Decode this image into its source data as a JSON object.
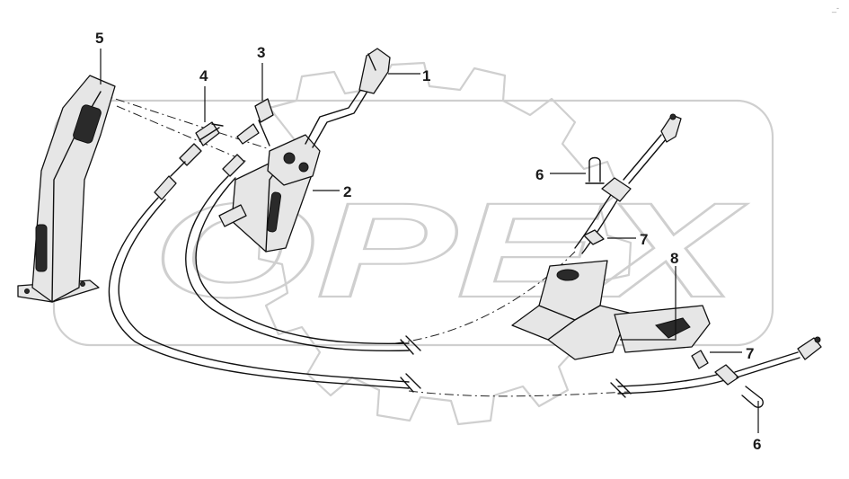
{
  "watermark": {
    "text": "OPEX"
  },
  "callouts": [
    {
      "id": "1",
      "text": "1"
    },
    {
      "id": "2",
      "text": "2"
    },
    {
      "id": "3",
      "text": "3"
    },
    {
      "id": "4",
      "text": "4"
    },
    {
      "id": "5",
      "text": "5"
    },
    {
      "id": "6a",
      "text": "6"
    },
    {
      "id": "6b",
      "text": "6"
    },
    {
      "id": "7a",
      "text": "7"
    },
    {
      "id": "7b",
      "text": "7"
    },
    {
      "id": "8",
      "text": "8"
    }
  ],
  "corner_mark": "_-"
}
